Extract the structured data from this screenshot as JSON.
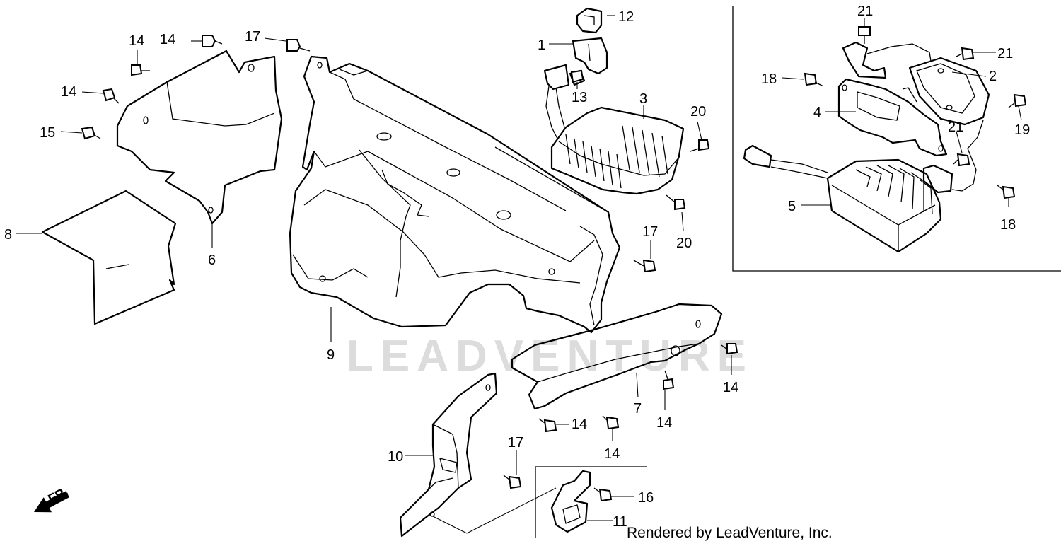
{
  "watermark": "LEADVENTURE",
  "credit": "Rendered by LeadVenture, Inc.",
  "front_label": "FR.",
  "callouts": {
    "c1": "1",
    "c2": "2",
    "c3": "3",
    "c4": "4",
    "c5": "5",
    "c6": "6",
    "c7": "7",
    "c8": "8",
    "c9": "9",
    "c10": "10",
    "c11": "11",
    "c12": "12",
    "c13": "13",
    "c14a": "14",
    "c14b": "14",
    "c14c": "14",
    "c14d": "14",
    "c14e": "14",
    "c14f": "14",
    "c14g": "14",
    "c15": "15",
    "c16": "16",
    "c17a": "17",
    "c17b": "17",
    "c17c": "17",
    "c18a": "18",
    "c18b": "18",
    "c19": "19",
    "c20a": "20",
    "c20b": "20",
    "c21a": "21",
    "c21b": "21",
    "c21c": "21"
  }
}
